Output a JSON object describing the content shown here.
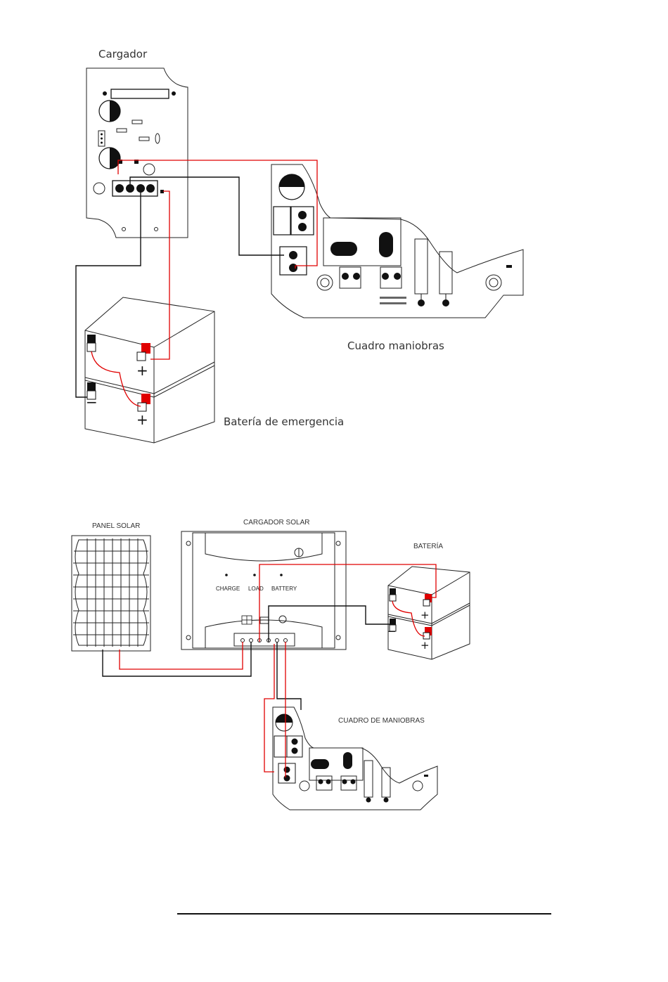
{
  "diagram1": {
    "charger_label": "Cargador",
    "control_label": "Cuadro maniobras",
    "battery_label": "Batería de emergencia"
  },
  "diagram2": {
    "panel_label": "PANEL SOLAR",
    "charger_label": "CARGADOR SOLAR",
    "battery_label": "BATERÍA",
    "control_label": "CUADRO DE MANIOBRAS",
    "indicators": [
      "CHARGE",
      "LOAD",
      "BATTERY"
    ]
  },
  "signs": {
    "plus": "+",
    "minus": "−"
  },
  "colors": {
    "positive_wire": "#e00000",
    "negative_wire": "#111111"
  }
}
